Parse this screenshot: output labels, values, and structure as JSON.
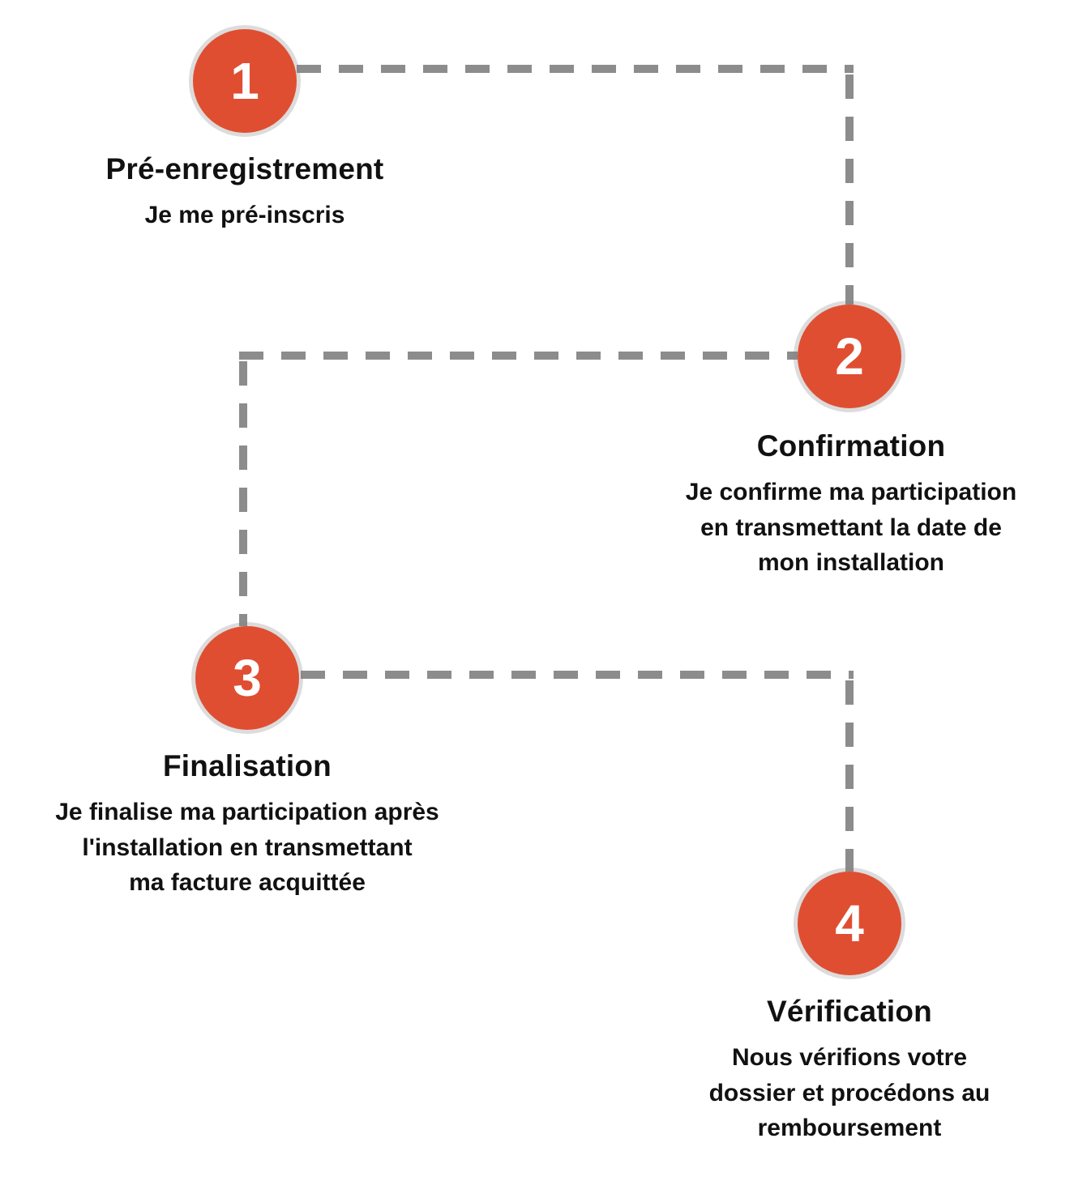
{
  "diagram": {
    "type": "process-flow",
    "accent_color": "#e04e31",
    "connector_color": "#8c8c8c",
    "steps": [
      {
        "number": "1",
        "title": "Pré-enregistrement",
        "desc": "Je me pré-inscris"
      },
      {
        "number": "2",
        "title": "Confirmation",
        "desc": "Je confirme ma participation\nen transmettant la date de\nmon installation"
      },
      {
        "number": "3",
        "title": "Finalisation",
        "desc": "Je finalise ma participation après\nl'installation en transmettant\nma facture acquittée"
      },
      {
        "number": "4",
        "title": "Vérification",
        "desc": "Nous vérifions votre\ndossier et procédons au\nremboursement"
      }
    ]
  }
}
